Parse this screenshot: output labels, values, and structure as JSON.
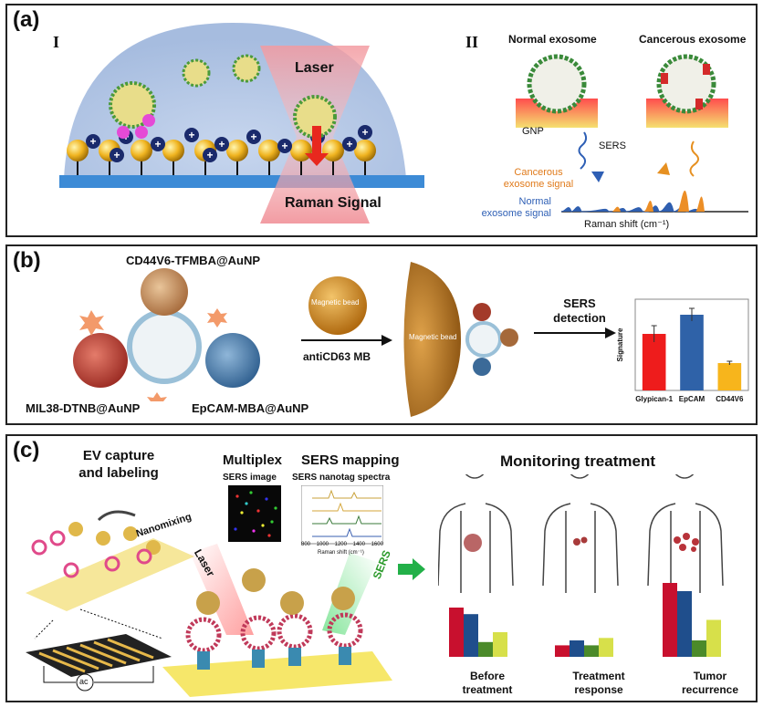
{
  "panel_a": {
    "label": "(a)",
    "sub_I": "I",
    "sub_II": "II",
    "laser": "Laser",
    "raman_signal": "Raman Signal",
    "normal_exosome": "Normal exosome",
    "cancerous_exosome": "Cancerous exosome",
    "gnp": "GNP",
    "sers": "SERS",
    "cancer_signal_1": "Cancerous",
    "cancer_signal_2": "exosome signal",
    "normal_signal_1": "Normal",
    "normal_signal_2": "exosome signal",
    "raman_shift": "Raman shift (cm⁻¹)"
  },
  "panel_b": {
    "label": "(b)",
    "probe_top": "CD44V6-TFMBA@AuNP",
    "probe_left": "MIL38-DTNB@AuNP",
    "probe_right": "EpCAM-MBA@AuNP",
    "bead_small": "Magnetic bead",
    "arrow_label": "antiCD63 MB",
    "bead_large": "Magnetic bead",
    "sers_1": "SERS",
    "sers_2": "detection",
    "ylabel": "Signature"
  },
  "chart_data": {
    "type": "bar",
    "categories": [
      "Glypican-1",
      "EpCAM",
      "CD44V6"
    ],
    "values": [
      0.62,
      0.83,
      0.3
    ],
    "errors": [
      0.09,
      0.07,
      0.02
    ],
    "ylim": [
      0,
      1
    ],
    "ylabel": "Signature",
    "colors": [
      "#ee1c1c",
      "#2f62a8",
      "#f7b51c"
    ]
  },
  "panel_c": {
    "label": "(c)",
    "capture_1": "EV capture",
    "capture_2": "and labeling",
    "nanomixing": "Nanomixing",
    "ac": "ac",
    "multiplex": "Multiplex",
    "sers_mapping": "SERS mapping",
    "sers_image": "SERS image",
    "nanotag_spectra": "SERS nanotag spectra",
    "spectra_xlabel": "Raman shift (cm⁻¹)",
    "spectra_ticks": [
      "800",
      "1000",
      "1200",
      "1400",
      "1600"
    ],
    "laser": "Laser",
    "sers": "SERS",
    "monitoring": "Monitoring treatment",
    "stage_1a": "Before",
    "stage_1b": "treatment",
    "stage_2a": "Treatment",
    "stage_2b": "response",
    "stage_3a": "Tumor",
    "stage_3b": "recurrence",
    "bar_colors": [
      "#c8102e",
      "#1f4e8c",
      "#4b8a2a",
      "#d7e04a"
    ],
    "bars_before": [
      0.6,
      0.52,
      0.18,
      0.3
    ],
    "bars_response": [
      0.14,
      0.2,
      0.14,
      0.23
    ],
    "bars_recurrence": [
      0.9,
      0.8,
      0.2,
      0.45
    ]
  }
}
